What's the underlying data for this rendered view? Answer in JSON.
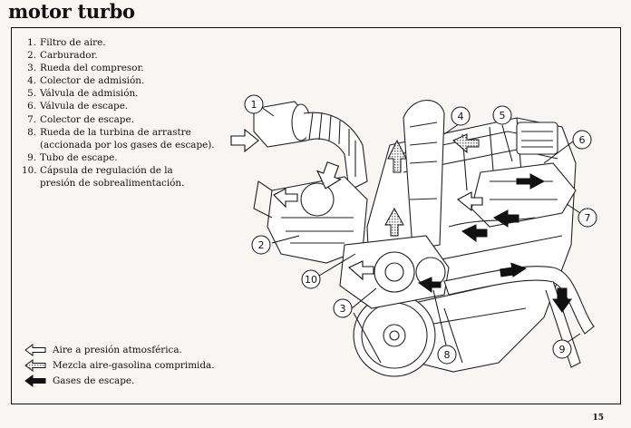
{
  "title": "motor turbo",
  "parts": [
    {
      "num": "1.",
      "text": "Filtro de aire."
    },
    {
      "num": "2.",
      "text": "Carburador."
    },
    {
      "num": "3.",
      "text": "Rueda del compresor."
    },
    {
      "num": "4.",
      "text": "Colector de admisión."
    },
    {
      "num": "5.",
      "text": "Válvula de admisión."
    },
    {
      "num": "6.",
      "text": "Válvula de escape."
    },
    {
      "num": "7.",
      "text": "Colector de escape."
    },
    {
      "num": "8.",
      "text": "Rueda de la turbina de arrastre\n(accionada por los gases de escape)."
    },
    {
      "num": "9.",
      "text": "Tubo de escape."
    },
    {
      "num": "10.",
      "text": "Cápsula de regulación de la\npresión de sobrealimentación."
    }
  ],
  "key": {
    "air": "Aire a presión atmosférica.",
    "mix": "Mezcla aire-gasolina comprimida.",
    "exhaust": "Gases de escape."
  },
  "callouts": [
    "1",
    "2",
    "3",
    "4",
    "5",
    "6",
    "7",
    "8",
    "9",
    "10"
  ],
  "page_number": "15"
}
